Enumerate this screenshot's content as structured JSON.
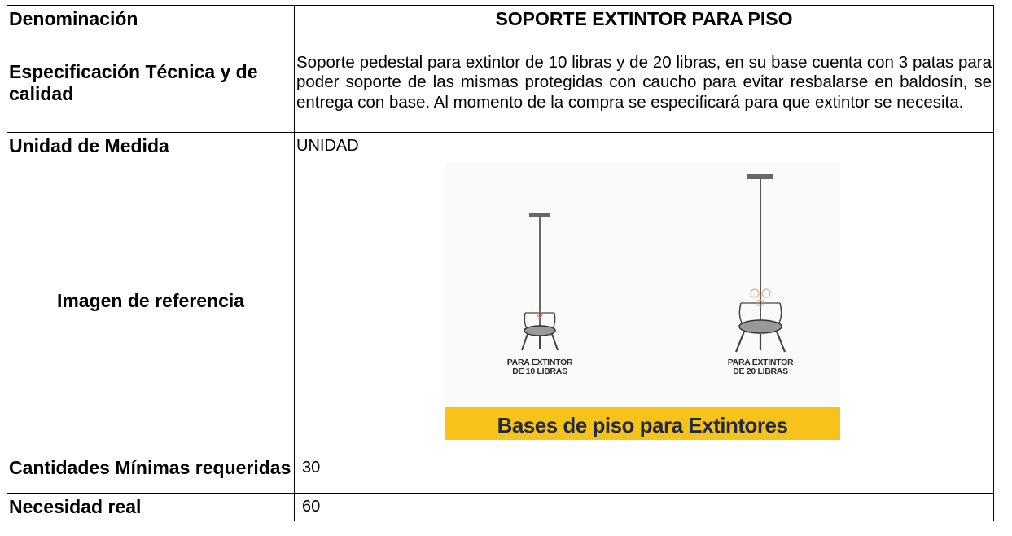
{
  "rows": {
    "denominacion": {
      "label": "Denominación",
      "value": "SOPORTE EXTINTOR PARA PISO"
    },
    "especificacion": {
      "label": "Especificación Técnica y de calidad",
      "value": "Soporte pedestal para extintor de 10 libras y de 20 libras, en su base cuenta con 3 patas para poder soporte de las mismas protegidas con caucho para evitar resbalarse en baldosín, se entrega con base. Al momento de la compra se especificará para que extintor se necesita."
    },
    "unidad": {
      "label": "Unidad de Medida",
      "value": "UNIDAD"
    },
    "imagen": {
      "label": "Imagen de referencia",
      "caption_10": "PARA EXTINTOR DE 10 LIBRAS",
      "caption_20": "PARA EXTINTOR DE 20 LIBRAS",
      "banner": "Bases de piso para Extintores"
    },
    "cantidades": {
      "label": "Cantidades Mínimas requeridas",
      "value": "30"
    },
    "necesidad": {
      "label": "Necesidad real",
      "value": "60"
    }
  },
  "colors": {
    "banner": "#f7c21a",
    "banner_text": "#1f2a44",
    "stand": "#444444"
  }
}
